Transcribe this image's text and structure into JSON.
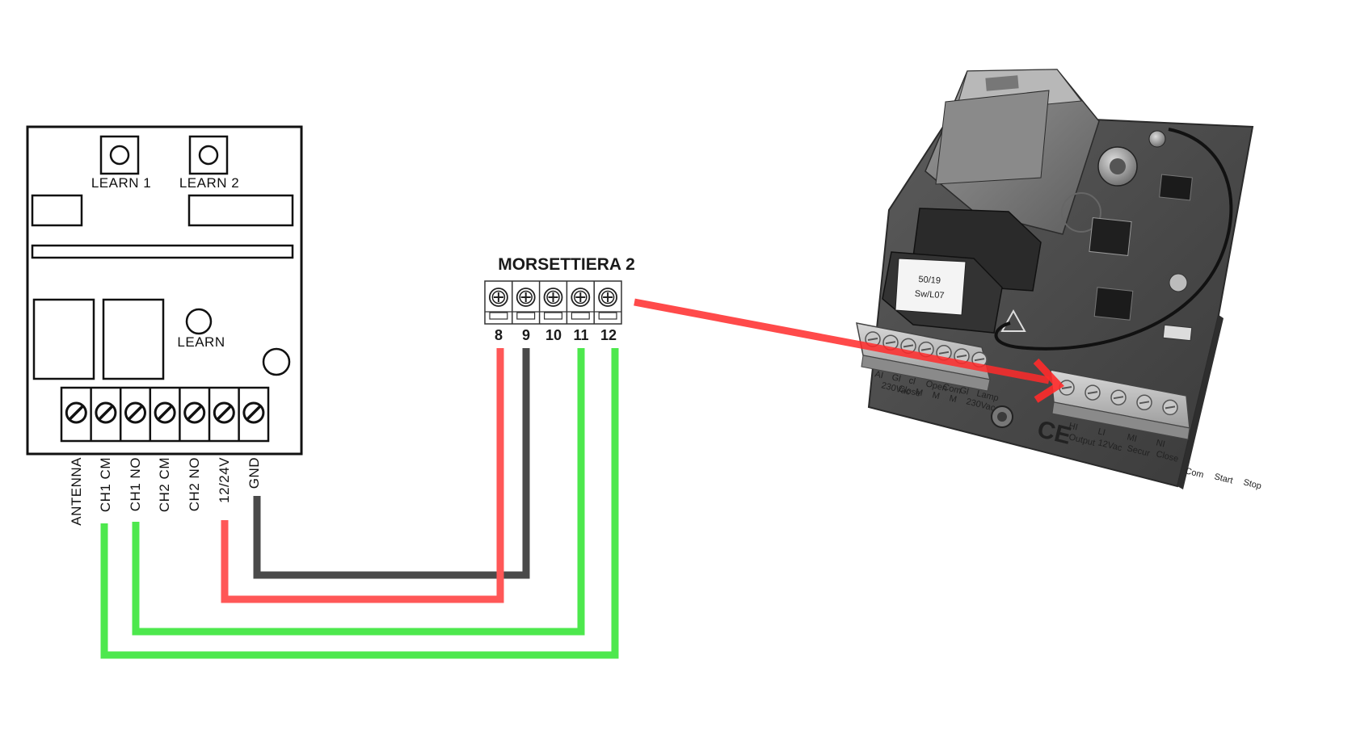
{
  "receiver": {
    "learn1_label": "LEARN 1",
    "learn2_label": "LEARN 2",
    "learn_label": "LEARN",
    "terminals": [
      "ANTENNA",
      "CH1 CM",
      "CH1 NO",
      "CH2 CM",
      "CH2 NO",
      "12/24V",
      "GND"
    ]
  },
  "terminal_block": {
    "title": "MORSETTIERA 2",
    "numbers": [
      "8",
      "9",
      "10",
      "11",
      "12"
    ]
  },
  "board": {
    "top_labels": [
      "AI",
      "Gl",
      "cl",
      "Open",
      "Com",
      "Gl",
      "Lamp",
      "230Vac",
      "Close",
      "M",
      "M",
      "M",
      "230Vac"
    ],
    "bottom_labels": [
      "HI",
      "LI",
      "MI",
      "NI",
      "Output",
      "12Vac",
      "Secur",
      "Close",
      "Com",
      "Start",
      "Stop"
    ],
    "relay_label_1": "50/19",
    "relay_label_2": "Sw/L07",
    "ce_mark": "CE"
  },
  "colors": {
    "wire_red": "#ff5757",
    "wire_black": "#4a4a4a",
    "wire_green": "#4de84d",
    "arrow_red": "#ff2a2a",
    "outline": "#111111"
  }
}
